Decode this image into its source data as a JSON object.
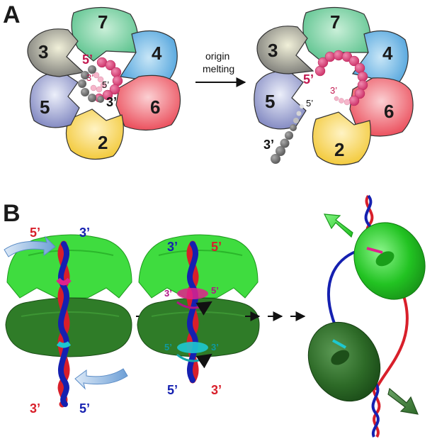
{
  "panels": {
    "a": {
      "letter": "A",
      "arrow_label_line1": "origin",
      "arrow_label_line2": "melting",
      "subunits_left": [
        "7",
        "4",
        "6",
        "2",
        "5",
        "3"
      ],
      "subunits_right": [
        "7",
        "4",
        "6",
        "2",
        "5",
        "3"
      ],
      "left_labels": {
        "five_prime_red": "5’",
        "three_prime_pink": "3’",
        "five_prime_black": "5’",
        "three_prime_black": "3’"
      },
      "right_labels": {
        "five_prime_red": "5’",
        "three_prime_pink": "3’",
        "five_prime_black": "5’",
        "three_prime_black": "3’"
      }
    },
    "b": {
      "letter": "B",
      "left_labels": {
        "top_left": "5’",
        "top_right": "3’",
        "bottom_left": "3’",
        "bottom_right": "5’"
      },
      "middle_labels": {
        "top_left": "3’",
        "top_right": "5’",
        "bottom_left": "5’",
        "bottom_right": "3’",
        "inner_magenta_left": "3’",
        "inner_magenta_right": "5’",
        "inner_cyan_left": "5’",
        "inner_cyan_right": "3’"
      }
    }
  },
  "colors": {
    "subunit_7": "#5dc58f",
    "subunit_4": "#4aa3dd",
    "subunit_6": "#ee5461",
    "subunit_2": "#f3cd45",
    "subunit_5": "#8e95c8",
    "subunit_3": "#8a8a85",
    "strand_red": "#d81f2a",
    "strand_blue": "#1520b0",
    "magenta": "#e0228c",
    "cyan": "#1ec8d0",
    "green_light": "#37d637",
    "green_dark": "#2a6e24",
    "arrow_blue": "#7aaee0"
  }
}
